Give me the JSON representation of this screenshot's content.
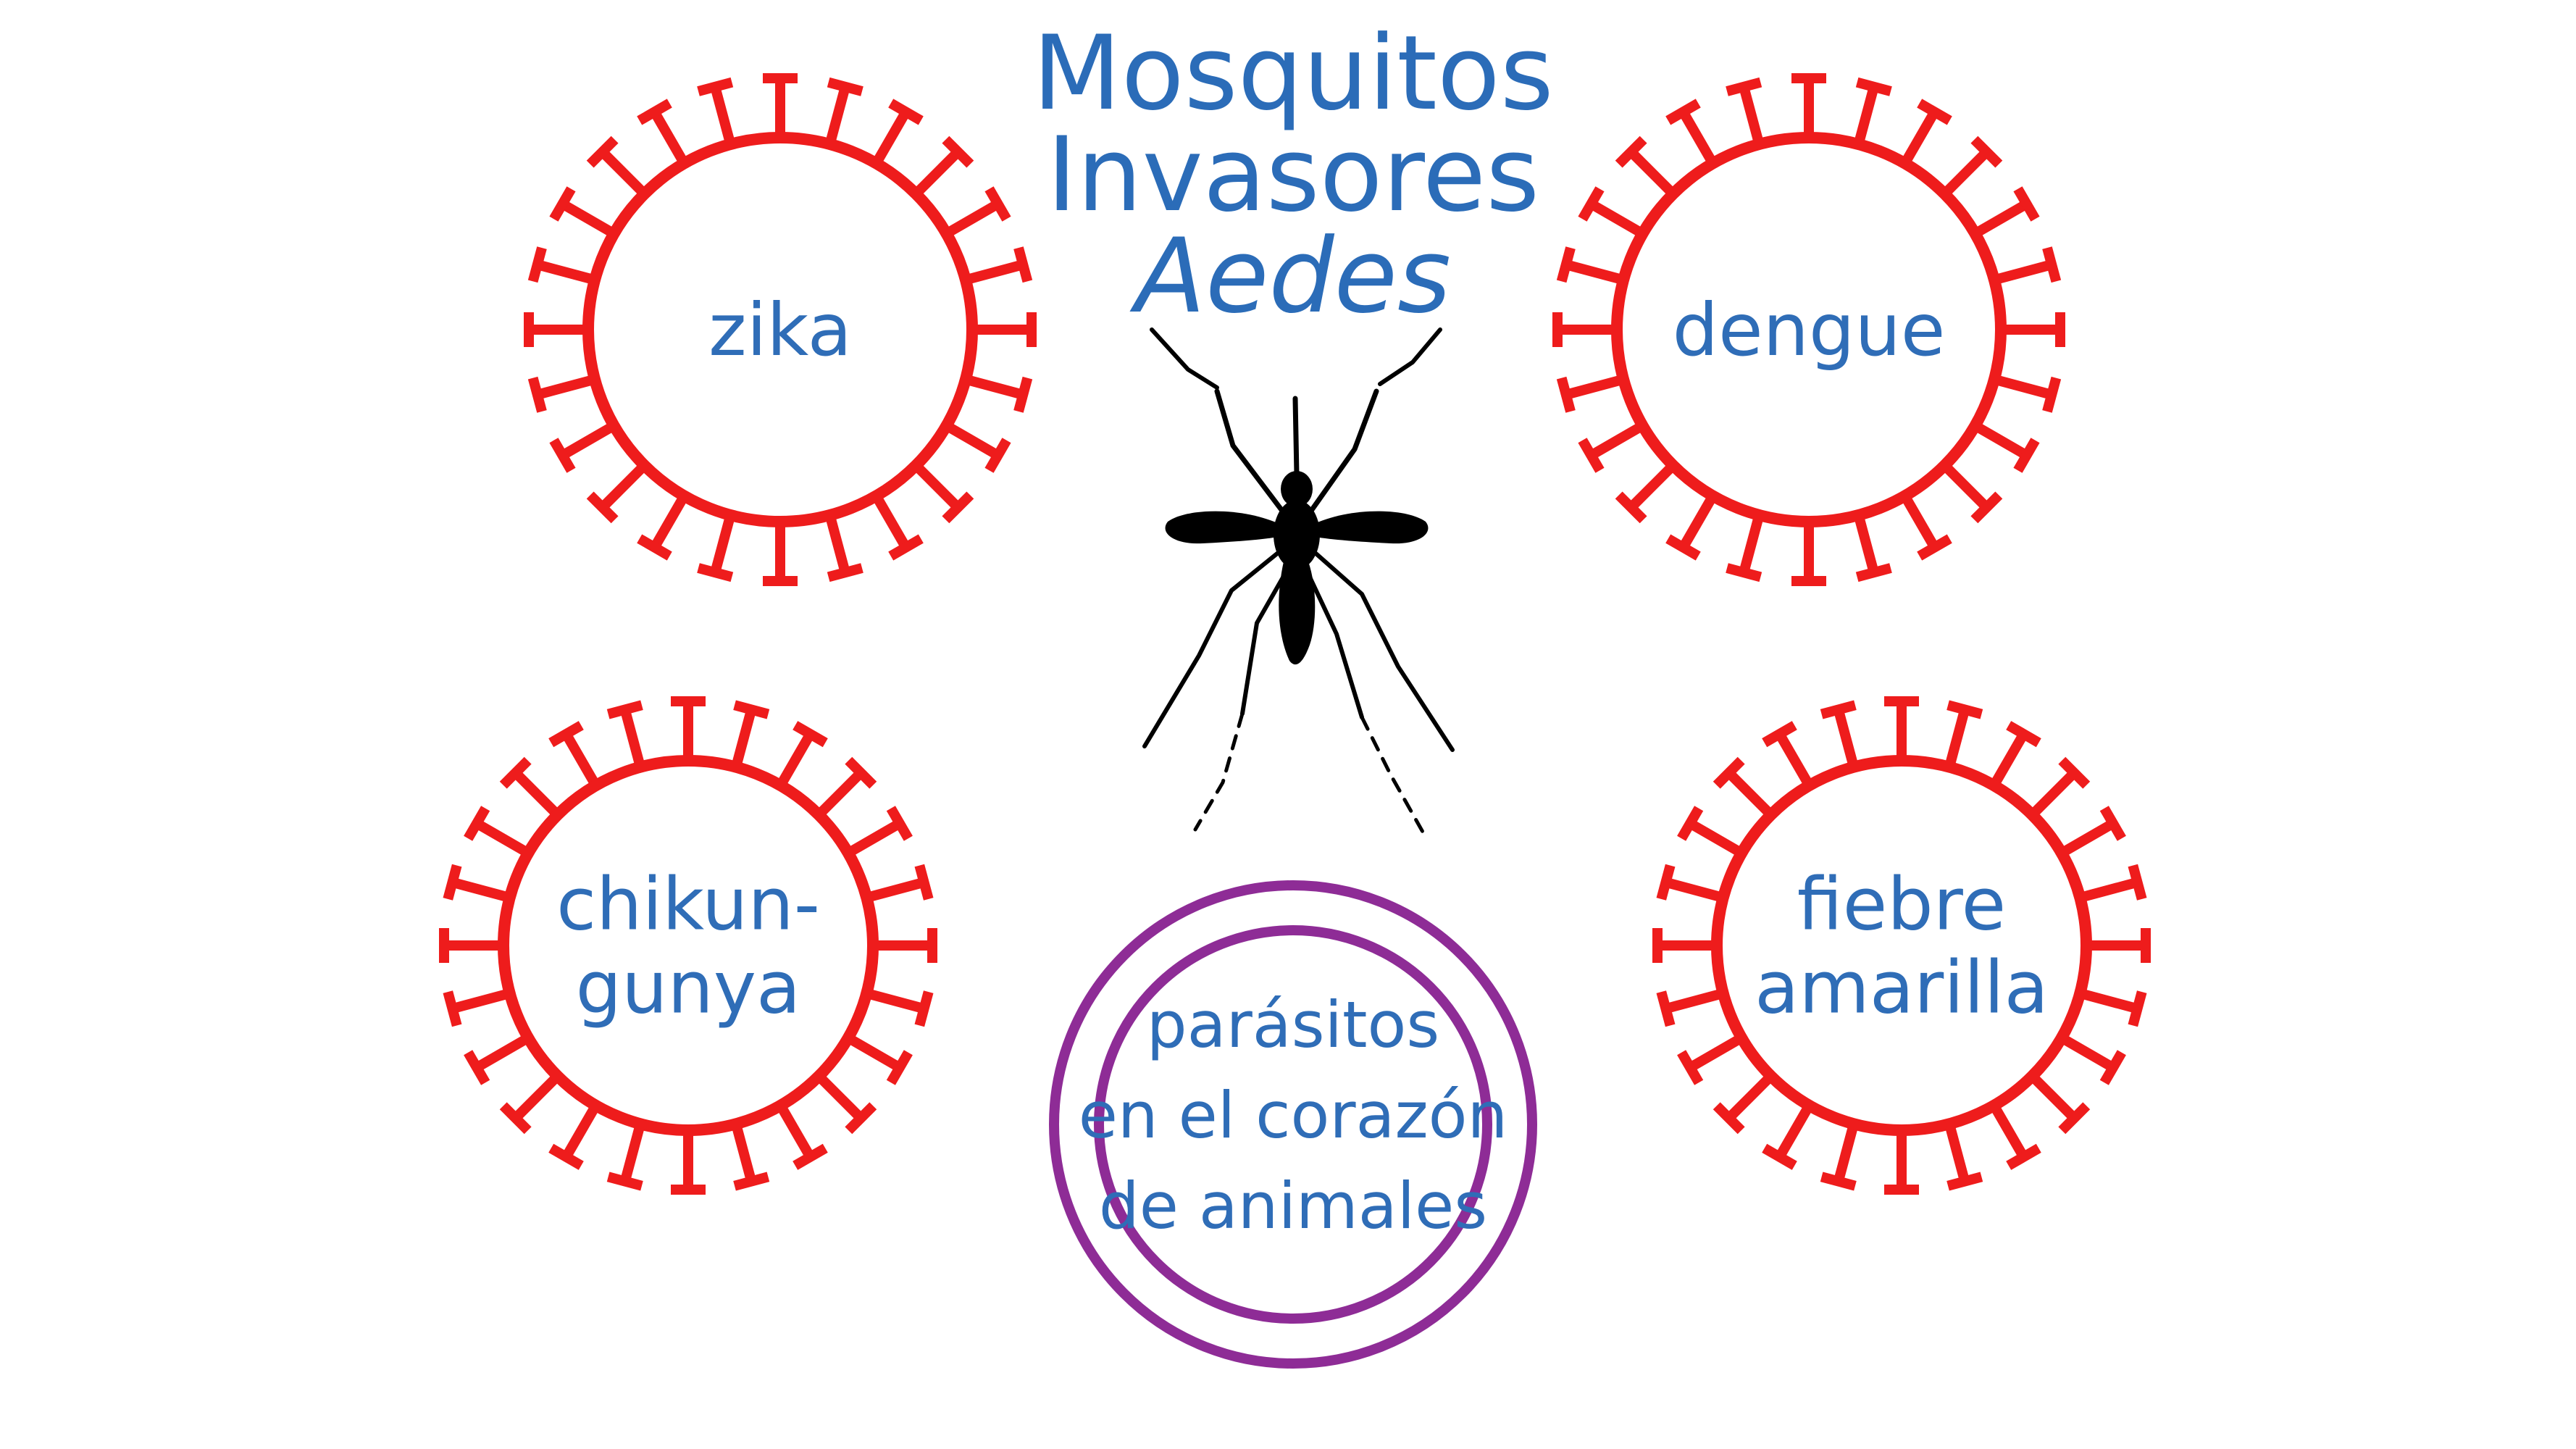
{
  "title": {
    "line1": "Mosquitos",
    "line2": "Invasores",
    "line3": "Aedes"
  },
  "colors": {
    "virus": "#ee1c1c",
    "text": "#2f6db7",
    "parasite_ring": "#8e2c96",
    "mosquito": "#000000"
  },
  "icons": {
    "mosquito": "mosquito-icon",
    "virus": "virus-icon"
  },
  "viruses": [
    {
      "id": "zika",
      "label_lines": [
        "zika"
      ]
    },
    {
      "id": "dengue",
      "label_lines": [
        "dengue"
      ]
    },
    {
      "id": "chikungunya",
      "label_lines": [
        "chikun-",
        "gunya"
      ]
    },
    {
      "id": "fiebre-amarilla",
      "label_lines": [
        "fiebre",
        "amarilla"
      ]
    }
  ],
  "parasites": {
    "label_lines": [
      "parásitos",
      "en el corazón",
      "de animales"
    ]
  }
}
